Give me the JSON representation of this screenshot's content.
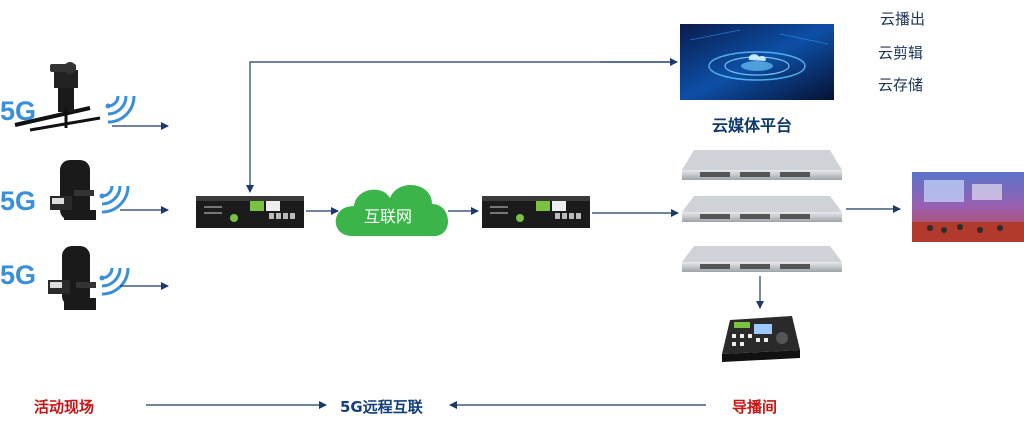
{
  "cameras": [
    {
      "label": "5G"
    },
    {
      "label": "5G"
    },
    {
      "label": "5G"
    }
  ],
  "network": {
    "label": "互联网"
  },
  "cloud_platform": {
    "title": "云媒体平台",
    "functions": [
      "云播出",
      "云剪辑",
      "云存储"
    ]
  },
  "bottom": {
    "left": "活动现场",
    "middle": "5G远程互联",
    "right": "导播间"
  },
  "colors": {
    "arrow": "#1b3a6b",
    "label_5g": "#3a8fd9",
    "cloud": "#3bb54a",
    "red_label": "#c81414",
    "blue_label": "#123f7a",
    "signal": "#3a8fd9"
  }
}
